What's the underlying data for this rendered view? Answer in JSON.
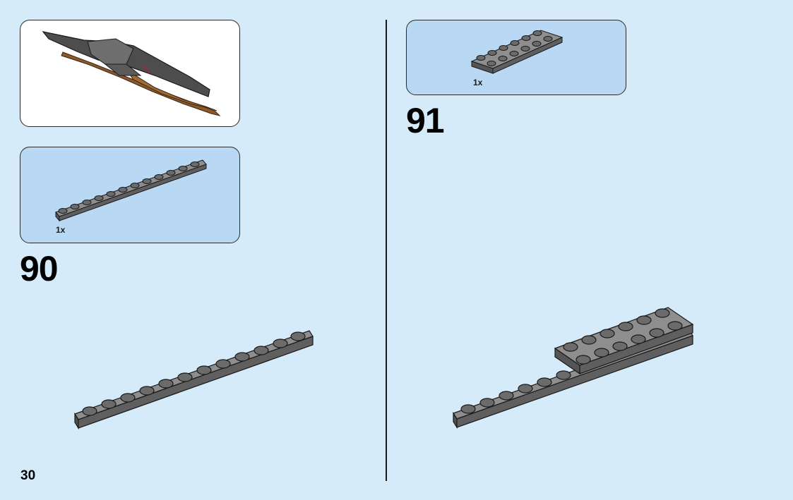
{
  "page": {
    "number": "30"
  },
  "step_90": {
    "number": "90",
    "part_qty": "1x",
    "part_name": "plate-1x12-dark-grey"
  },
  "step_91": {
    "number": "91",
    "part_qty": "1x",
    "part_name": "plate-2x6-dark-grey"
  },
  "colors": {
    "background": "#d5ebfa",
    "parts_panel": "#b8d8f4",
    "brick_dark_grey": "#6b6b6b",
    "brick_top": "#7a7a7a",
    "wood_brown": "#8a5a2b"
  }
}
